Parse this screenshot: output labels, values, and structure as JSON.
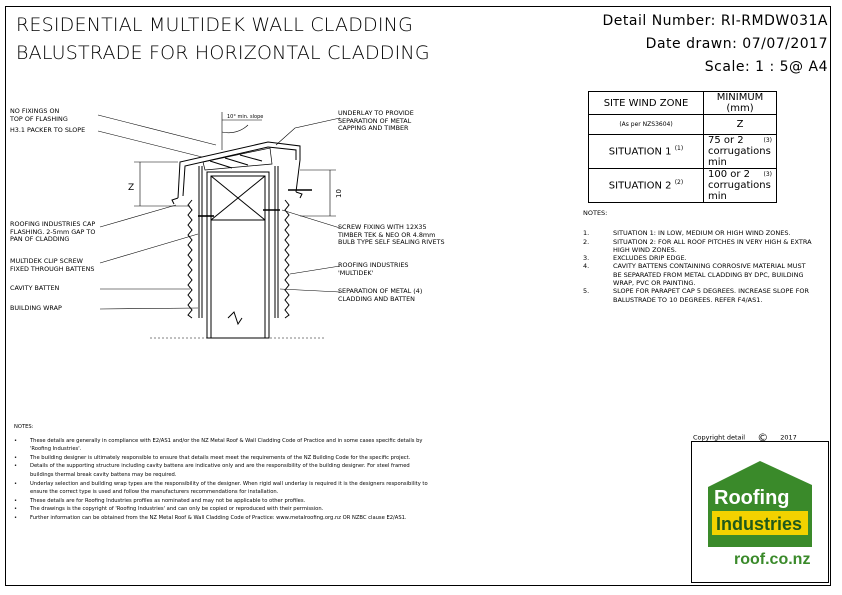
{
  "title": {
    "line1": "RESIDENTIAL MULTIDEK WALL CLADDING",
    "line2": "BALUSTRADE FOR HORIZONTAL CLADDING"
  },
  "meta": {
    "detail": "Detail Number:  RI-RMDW031A",
    "date": "Date drawn:  07/07/2017",
    "scale": "Scale:   1 : 5@ A4"
  },
  "labels": {
    "no_fixings_1": "NO FIXINGS ON",
    "no_fixings_2": "TOP OF FLASHING",
    "packer": "H3.1 PACKER TO SLOPE",
    "min_slope": "10° min. slope",
    "underlay_1": "UNDERLAY TO PROVIDE",
    "underlay_2": "SEPARATION OF METAL",
    "underlay_3": "CAPPING AND TIMBER",
    "dim_z": "Z",
    "dim_10": "10",
    "cap_1": "ROOFING INDUSTRIES CAP",
    "cap_2": "FLASHING. 2-5mm GAP TO",
    "cap_3": "PAN OF CLADDING",
    "clip_1": "MULTIDEK CLIP SCREW",
    "clip_2": "FIXED THROUGH BATTENS",
    "cavity": "CAVITY BATTEN",
    "wrap": "BUILDING WRAP",
    "screw_1": "SCREW FIXING WITH 12X35",
    "screw_2": "TIMBER TEK & NEO OR 4.8mm",
    "screw_3": "BULB TYPE SELF SEALING RIVETS",
    "ri_1": "ROOFING INDUSTRIES",
    "ri_2": "'MULTIDEK'",
    "sep_1": "SEPARATION OF METAL (4)",
    "sep_2": "CLADDING AND BATTEN"
  },
  "wind_table": {
    "head1": "SITE WIND ZONE",
    "head2": "MINIMUM (mm)",
    "sub1": "(As per NZS3604)",
    "sub2": "Z",
    "rows": [
      {
        "situation": "SITUATION 1",
        "sup": "(1)",
        "value": "75 or 2",
        "value_sup": "(3)",
        "unit": "corrugations min"
      },
      {
        "situation": "SITUATION 2",
        "sup": "(2)",
        "value": "100 or 2",
        "value_sup": "(3)",
        "unit": "corrugations min"
      }
    ]
  },
  "notes_right": {
    "heading": "NOTES:",
    "items": [
      {
        "num": "1.",
        "text": "SITUATION 1: IN LOW, MEDIUM OR HIGH WIND ZONES."
      },
      {
        "num": "2.",
        "text": "SITUATION 2: FOR ALL ROOF PITCHES IN VERY HIGH & EXTRA HIGH WIND ZONES."
      },
      {
        "num": "3.",
        "text": "EXCLUDES DRIP EDGE."
      },
      {
        "num": "4.",
        "text": "CAVITY BATTENS CONTAINING CORROSIVE MATERIAL MUST BE SEPARATED FROM METAL CLADDING BY DPC, BUILDING WRAP, PVC OR PAINTING."
      },
      {
        "num": "5.",
        "text": "SLOPE FOR PARAPET CAP 5 DEGREES. INCREASE SLOPE FOR BALUSTRADE TO 10 DEGREES. REFER F4/AS1."
      }
    ]
  },
  "notes_bottom": {
    "heading": "NOTES:",
    "items": [
      "These details are generally in compliance with E2/AS1 and/or the NZ Metal Roof & Wall Cladding Code of Practice and in some cases specific details by 'Roofing Industries'.",
      "The building designer is ultimately responsible to ensure that details meet meet the requirements of the NZ Building Code for the specific project.",
      "Details of the supporting structure including cavity battens are indicative only and are the responsibility of the building designer. For steel framed buildings thermal break cavity battens may be required.",
      "Underlay selection and building wrap types are the responsibility of the designer. When rigid wall underlay is required it is the designers responsibility to ensure the correct type is used and follow the manufacturers recommendations for installation.",
      "These details are for Roofing Industries profiles as nominated and may not be applicable to other profiles.",
      "The drawings is the copyright of 'Roofing Industries' and can only be copied or reproduced with their permission.",
      "Further information can be obtained from the NZ Metal Roof & Wall Cladding Code of Practice: www.metalroofing.org.nz OR NZBC clause E2/AS1."
    ]
  },
  "copyright": "Copyright detail",
  "copyright_year": "2017",
  "logo": {
    "line1": "Roofing",
    "line2": "Industries",
    "site": "roof.co.nz",
    "green": "#3a8a2a",
    "yellow": "#f2d200",
    "dark": "#1f5a1a"
  }
}
